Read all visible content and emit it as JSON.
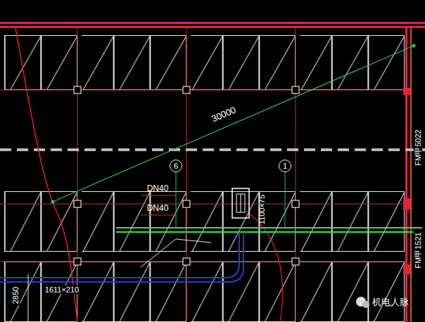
{
  "diagram": {
    "nodes": [
      {
        "text": [
          "6"
        ]
      },
      {
        "text": [
          "1"
        ]
      }
    ],
    "labels": [
      "30000",
      "DN40",
      "DN40",
      "1100×75",
      "1611×210",
      "2850",
      "FM甲5022",
      "FM甲1521",
      "机电人脉"
    ]
  }
}
